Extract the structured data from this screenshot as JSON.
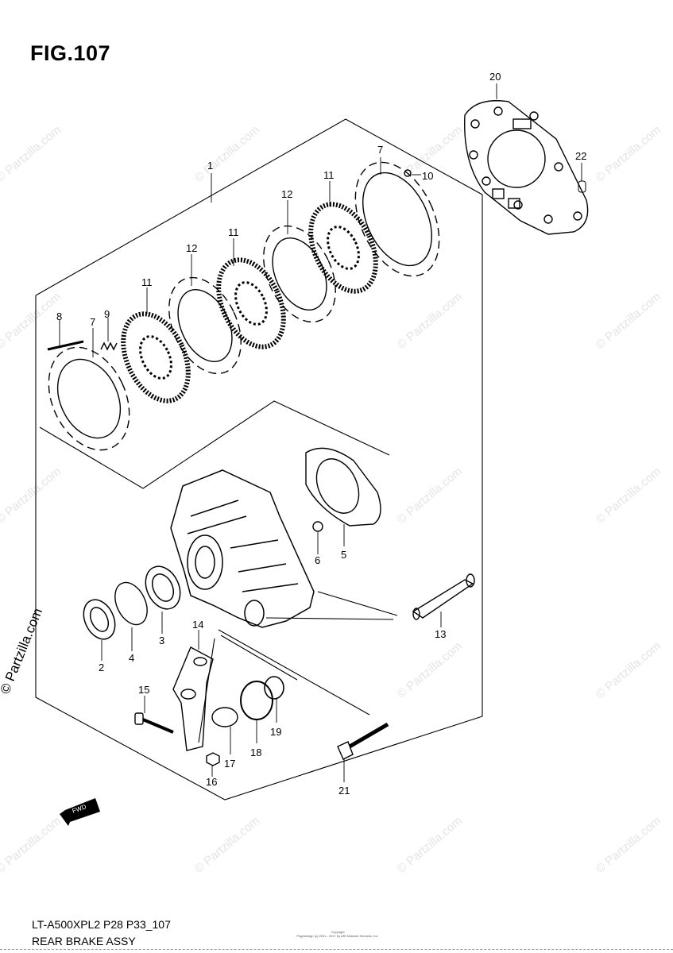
{
  "figure": {
    "title": "FIG.107",
    "model_code": "LT-A500XPL2 P28 P33_107",
    "assembly_name": "REAR BRAKE ASSY",
    "fwd_label": "FWD",
    "copyright_line1": "Copyright",
    "copyright_line2": "Pagedesign (c) 2001 - 2017 by ARI Network Services, Inc.",
    "side_watermark": "© Partzilla.com",
    "watermark_text": "© Partzilla.com"
  },
  "callouts": [
    {
      "id": "c1",
      "label": "1"
    },
    {
      "id": "c2",
      "label": "2"
    },
    {
      "id": "c3",
      "label": "3"
    },
    {
      "id": "c4",
      "label": "4"
    },
    {
      "id": "c5",
      "label": "5"
    },
    {
      "id": "c6",
      "label": "6"
    },
    {
      "id": "c7a",
      "label": "7"
    },
    {
      "id": "c7b",
      "label": "7"
    },
    {
      "id": "c8",
      "label": "8"
    },
    {
      "id": "c9",
      "label": "9"
    },
    {
      "id": "c10",
      "label": "10"
    },
    {
      "id": "c11a",
      "label": "11"
    },
    {
      "id": "c11b",
      "label": "11"
    },
    {
      "id": "c11c",
      "label": "11"
    },
    {
      "id": "c12a",
      "label": "12"
    },
    {
      "id": "c12b",
      "label": "12"
    },
    {
      "id": "c13",
      "label": "13"
    },
    {
      "id": "c14",
      "label": "14"
    },
    {
      "id": "c15",
      "label": "15"
    },
    {
      "id": "c16",
      "label": "16"
    },
    {
      "id": "c17",
      "label": "17"
    },
    {
      "id": "c18",
      "label": "18"
    },
    {
      "id": "c19",
      "label": "19"
    },
    {
      "id": "c20",
      "label": "20"
    },
    {
      "id": "c21",
      "label": "21"
    },
    {
      "id": "c22",
      "label": "22"
    }
  ]
}
